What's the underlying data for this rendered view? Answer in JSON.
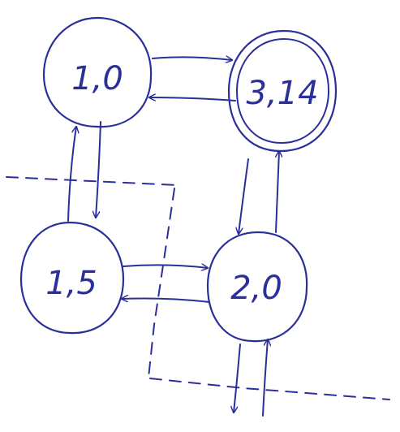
{
  "diagram": {
    "type": "hand-drawn state diagram",
    "ink_color": "#2a2f9a",
    "nodes": [
      {
        "id": "top-left",
        "label": "1,0",
        "accepting": false
      },
      {
        "id": "top-right",
        "label": "3,14",
        "accepting": true
      },
      {
        "id": "bottom-left",
        "label": "1,5",
        "accepting": false
      },
      {
        "id": "bottom-right",
        "label": "2,0",
        "accepting": false
      }
    ],
    "edges": [
      {
        "from": "top-left",
        "to": "top-right"
      },
      {
        "from": "top-right",
        "to": "top-left"
      },
      {
        "from": "top-left",
        "to": "bottom-left"
      },
      {
        "from": "bottom-left",
        "to": "top-left"
      },
      {
        "from": "bottom-left",
        "to": "bottom-right"
      },
      {
        "from": "bottom-right",
        "to": "bottom-left"
      },
      {
        "from": "top-right",
        "to": "bottom-right"
      },
      {
        "from": "bottom-right",
        "to": "top-right"
      },
      {
        "from": "bottom-right",
        "to": "off-page-below"
      },
      {
        "from": "off-page-below",
        "to": "bottom-right"
      }
    ],
    "partition_lines": "dashed"
  }
}
